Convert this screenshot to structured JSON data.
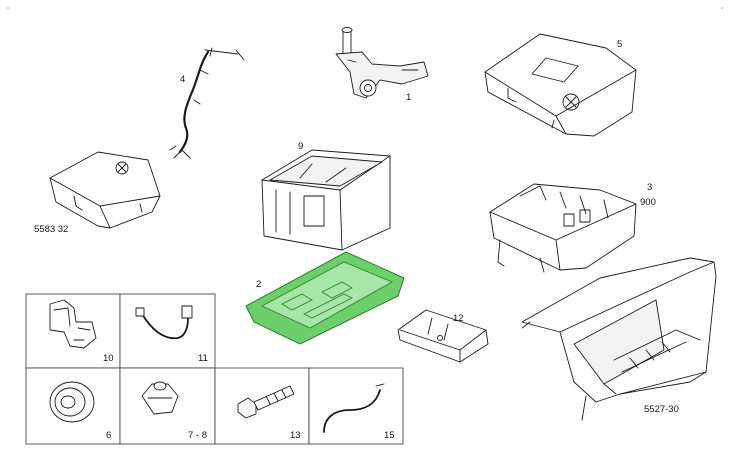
{
  "callouts": {
    "p1": "1",
    "p2": "2",
    "p3": "3",
    "p3b": "900",
    "p4": "4",
    "p5": "5",
    "p9": "9",
    "p12": "12",
    "p5583": "5583 32",
    "p5527": "5527-30"
  },
  "grid": {
    "c10": "10",
    "c11": "11",
    "c6": "6",
    "c78": "7 - 8",
    "c13": "13",
    "c15": "15"
  },
  "highlight_color": "#6ccf6c"
}
